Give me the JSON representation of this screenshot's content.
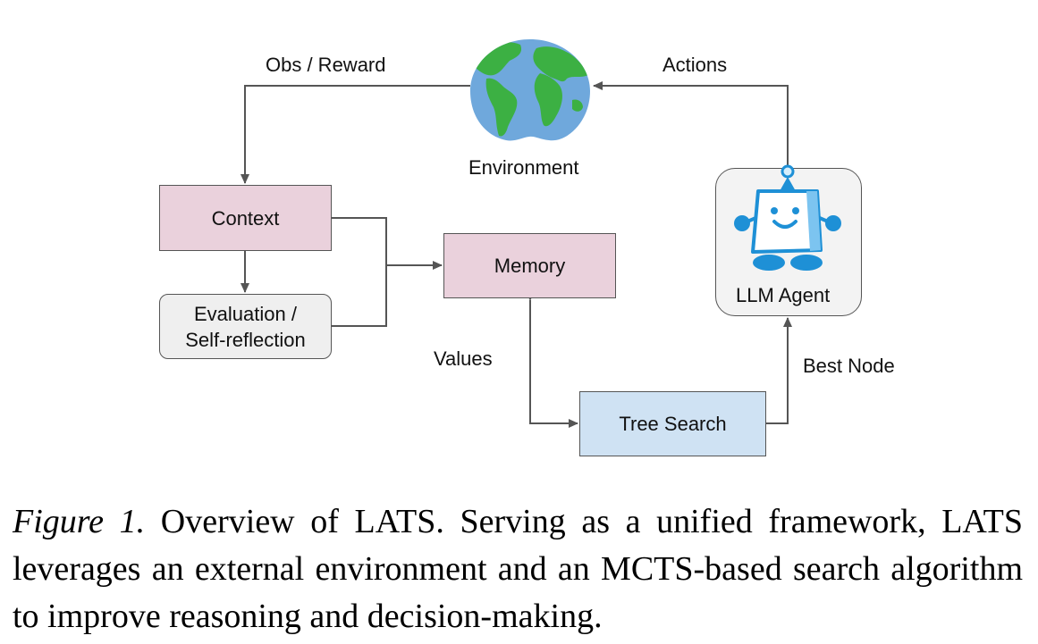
{
  "diagram": {
    "environment_label": "Environment",
    "obs_reward_label": "Obs / Reward",
    "actions_label": "Actions",
    "context_label": "Context",
    "evaluation_label_line1": "Evaluation /",
    "evaluation_label_line2": "Self-reflection",
    "memory_label": "Memory",
    "values_label": "Values",
    "tree_search_label": "Tree Search",
    "best_node_label": "Best Node",
    "agent_label": "LLM Agent"
  },
  "caption": {
    "figure_label": "Figure 1.",
    "text": "Overview of LATS. Serving as a unified framework, LATS leverages an external environment and an MCTS-based search algorithm to improve reasoning and decision-making."
  },
  "colors": {
    "context_fill": "#ead1dc",
    "memory_fill": "#ead1dc",
    "evaluation_fill": "#efefef",
    "tree_search_fill": "#cfe2f3",
    "agent_box_fill": "#f3f3f3",
    "arrow": "#555555",
    "ocean": "#6fa8dc",
    "land": "#3cb043",
    "robot": "#1e90d6"
  },
  "icons": [
    "globe-icon",
    "robot-icon"
  ]
}
